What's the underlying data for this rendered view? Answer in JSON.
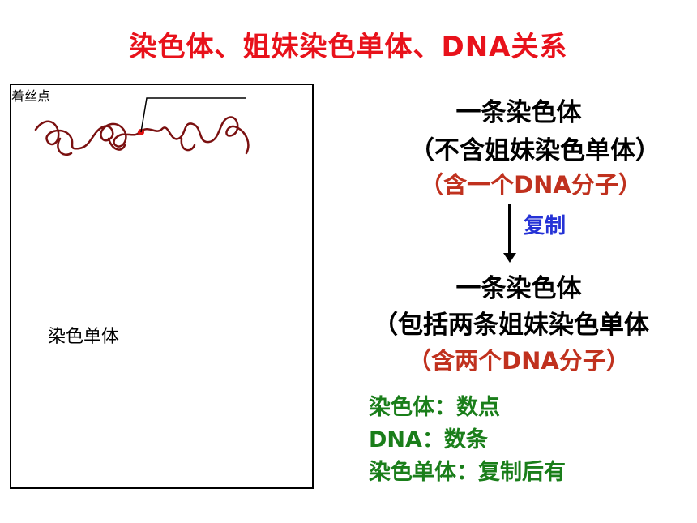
{
  "title": "染色体、姐妹染色单体、DNA关系",
  "figure": {
    "centromere_label": "着丝点",
    "chromatid_label": "染色单体"
  },
  "right": {
    "line1": "一条染色体",
    "line2": "（不含姐妹染色单体）",
    "line3": "（含一个DNA分子）",
    "arrow_label": "复制",
    "line4": "一条染色体",
    "line5": "（包括两条姐妹染色单体",
    "line6": "（含两个DNA分子）"
  },
  "notes": [
    "染色体：数点",
    "DNA：数条",
    "染色单体：复制后有"
  ],
  "colors": {
    "title": "#e8121b",
    "chromosome": "#7a1010",
    "centromere": "#e01010",
    "pointer_arrows": "#22dd22",
    "notes": "#1a7e1a"
  }
}
